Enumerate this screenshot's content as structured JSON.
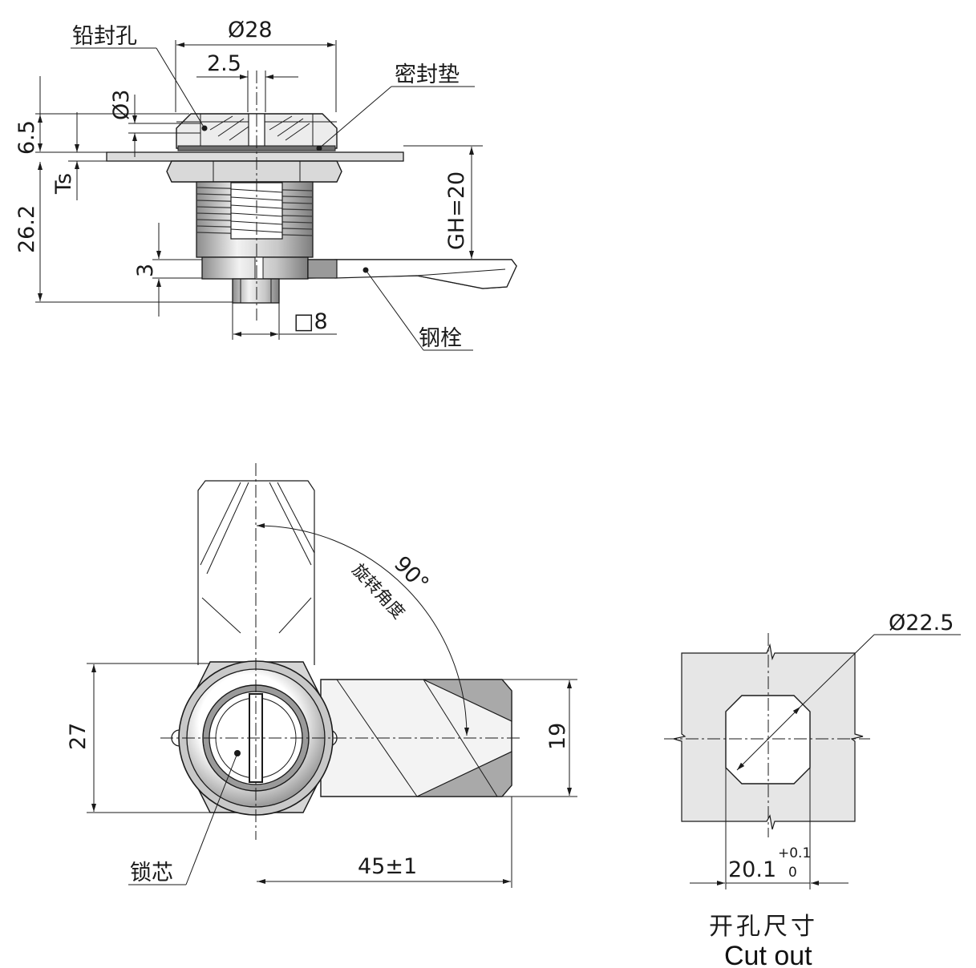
{
  "callouts": {
    "seal_hole": "铅封孔",
    "gasket": "密封垫",
    "steel_cam": "钢栓",
    "lock_core": "锁芯",
    "rotation_angle": "旋转角度"
  },
  "dimensions": {
    "dia_28": "Ø28",
    "d_2_5": "2.5",
    "dia_3": "Ø3",
    "d_6_5": "6.5",
    "ts": "Ts",
    "d_26_2": "26.2",
    "gh_20": "GH=20",
    "d_3": "3",
    "sq_8": "□8",
    "angle_90": "90°",
    "d_27": "27",
    "d_19": "19",
    "d_45": "45±1",
    "dia_22_5": "Ø22.5",
    "d_20_1": "20.1",
    "tol_plus": "+0.1",
    "tol_zero": "0"
  },
  "caption": {
    "chinese": "开孔尺寸",
    "english": "Cut out"
  },
  "colors": {
    "line": "#1a1a1a",
    "metal": "#d9d9d9",
    "panel": "#e6e6e6"
  }
}
